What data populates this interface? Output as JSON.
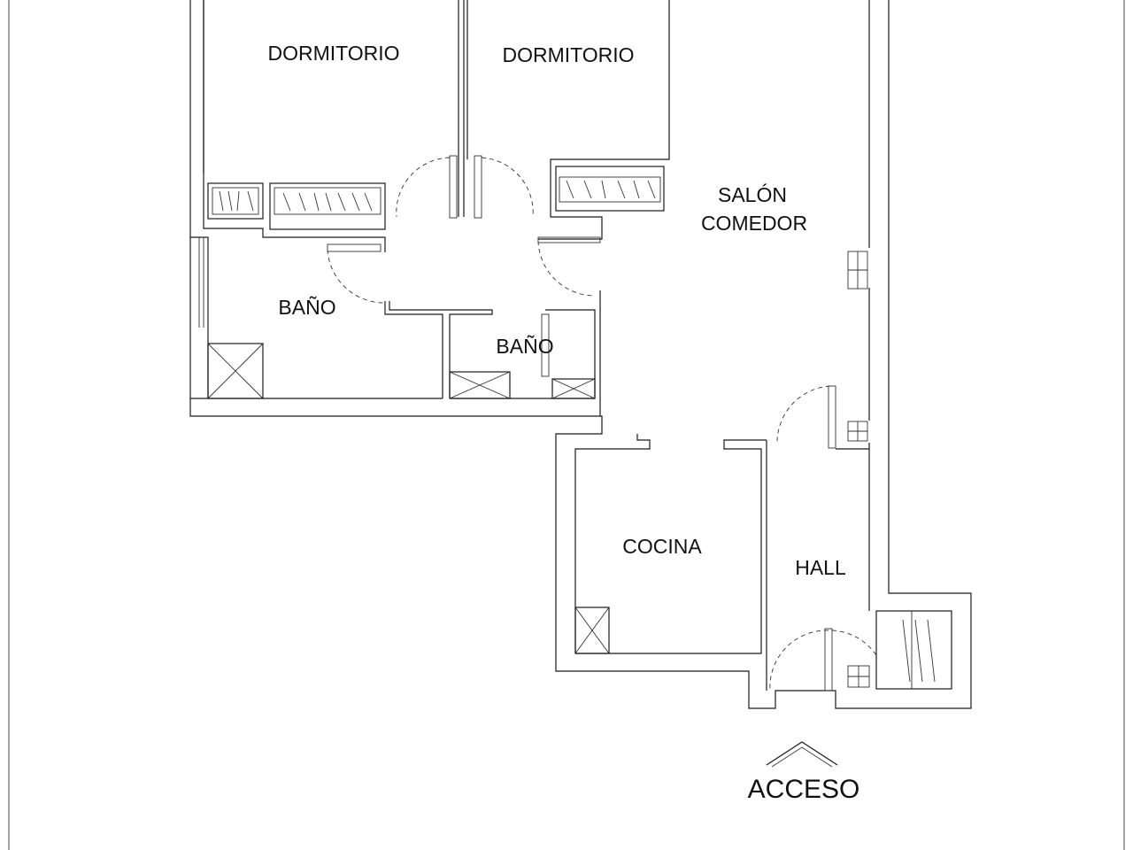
{
  "plan": {
    "rooms": {
      "dormitorio_1": "DORMITORIO",
      "dormitorio_2": "DORMITORIO",
      "salon_line1": "SALÓN",
      "salon_line2": "COMEDOR",
      "bano_1": "BAÑO",
      "bano_2": "BAÑO",
      "cocina": "COCINA",
      "hall": "HALL"
    },
    "access_label": "ACCESO"
  }
}
